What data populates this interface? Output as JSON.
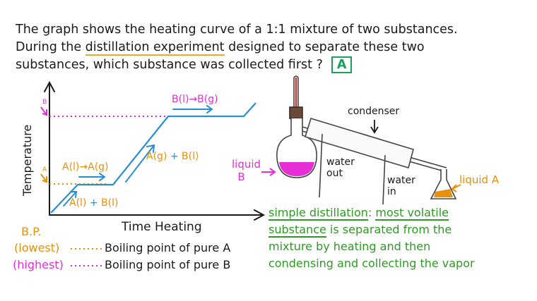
{
  "question": {
    "line1": "The graph shows the heating curve of a 1:1 mixture of two substances.",
    "line2_pre": "During the ",
    "line2_highlight": "distillation experiment",
    "line2_post": " designed to separate these two",
    "line3": "substances, which substance was collected first ?",
    "answer": "A"
  },
  "graph": {
    "y_axis_label": "Temperature",
    "x_axis_label": "Time Heating",
    "tick_A": "A",
    "tick_B": "B",
    "phase_labels": {
      "bottom": [
        "A(l)",
        "+",
        "B(l)"
      ],
      "first_plateau": "A(l)→A(g)",
      "middle": [
        "A(g)",
        "+",
        "B(l)"
      ],
      "second_plateau": "B(l)→B(g)"
    }
  },
  "legend": {
    "header": "B.P.",
    "row1_key": "(lowest)",
    "row1_text": "Boiling point of pure A",
    "row2_key": "(highest)",
    "row2_text": "Boiling point of pure B"
  },
  "apparatus": {
    "condenser": "condenser",
    "liquid_B_1": "liquid",
    "liquid_B_2": "B",
    "water_out_1": "water",
    "water_out_2": "out",
    "water_in_1": "water",
    "water_in_2": "in",
    "liquid_A": "liquid A"
  },
  "note": {
    "term": "simple distillation",
    "colon": ":",
    "highlight": "most volatile",
    "line2_u": "substance",
    "line2_rest": " is separated from the",
    "line3": "mixture by heating and then",
    "line4": "condensing and collecting the vapor"
  },
  "colors": {
    "orange": "#e8900c",
    "magenta": "#e62dd6",
    "blue": "#2a8fd0",
    "green": "#2f9a25",
    "answer_green": "#1aa05a"
  }
}
